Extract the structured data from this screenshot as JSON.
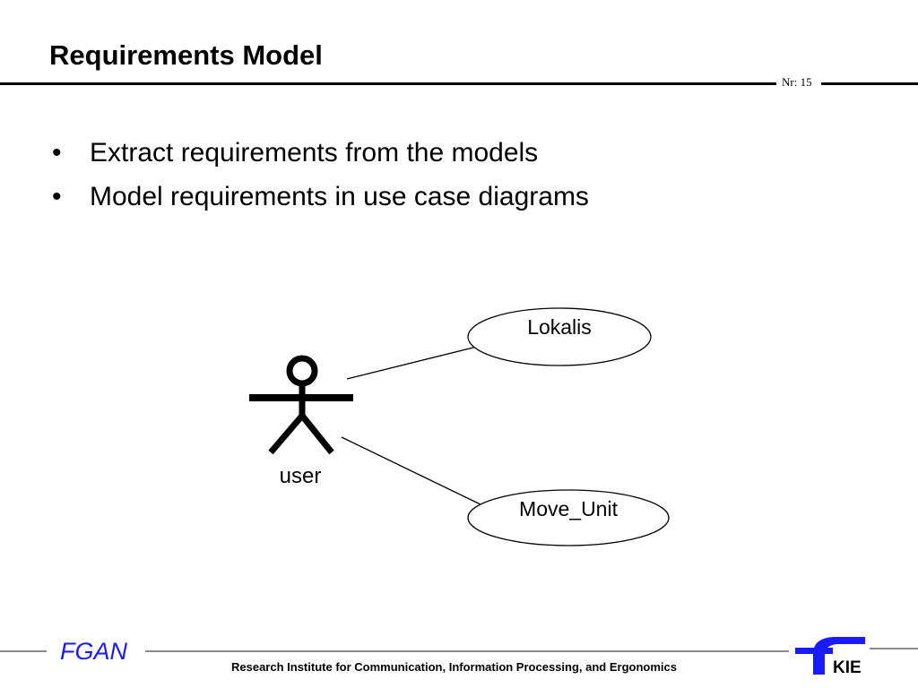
{
  "header": {
    "title": "Requirements Model",
    "page_number": "Nr: 15"
  },
  "bullets": [
    {
      "marker": "•",
      "text": "Extract requirements from the models"
    },
    {
      "marker": "•",
      "text": "Model requirements in use case diagrams"
    }
  ],
  "diagram": {
    "actor": {
      "label": "user"
    },
    "use_cases": [
      {
        "label": "Lokalis"
      },
      {
        "label": "Move_Unit"
      }
    ]
  },
  "footer": {
    "left_logo": "FGAN",
    "text": "Research Institute for Communication, Information Processing, and Ergonomics",
    "right_logo": "KIE",
    "brand_color": "#1a1aff"
  }
}
